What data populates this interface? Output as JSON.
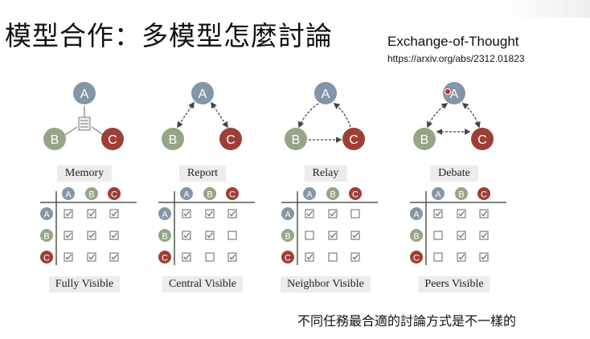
{
  "slide": {
    "title": "模型合作：多模型怎麼討論",
    "reference_name": "Exchange-of-Thought",
    "reference_url": "https://arxiv.org/abs/2312.01823",
    "caption": "不同任務最合適的討論方式是不一樣的"
  },
  "node_labels": [
    "A",
    "B",
    "C"
  ],
  "colors": {
    "A": "#8595a8",
    "B": "#95a687",
    "C": "#9e3f35",
    "grid_line": "#555555",
    "check": "#666666"
  },
  "panels": [
    {
      "name": "Memory",
      "visibility": "Fully Visible",
      "matrix": [
        [
          true,
          true,
          true
        ],
        [
          true,
          true,
          true
        ],
        [
          true,
          true,
          true
        ]
      ]
    },
    {
      "name": "Report",
      "visibility": "Central Visible",
      "matrix": [
        [
          true,
          true,
          true
        ],
        [
          true,
          true,
          false
        ],
        [
          true,
          false,
          true
        ]
      ]
    },
    {
      "name": "Relay",
      "visibility": "Neighbor Visible",
      "matrix": [
        [
          true,
          true,
          false
        ],
        [
          false,
          true,
          true
        ],
        [
          true,
          false,
          true
        ]
      ]
    },
    {
      "name": "Debate",
      "visibility": "Peers Visible",
      "matrix": [
        [
          true,
          true,
          true
        ],
        [
          false,
          true,
          true
        ],
        [
          false,
          true,
          true
        ]
      ]
    }
  ]
}
